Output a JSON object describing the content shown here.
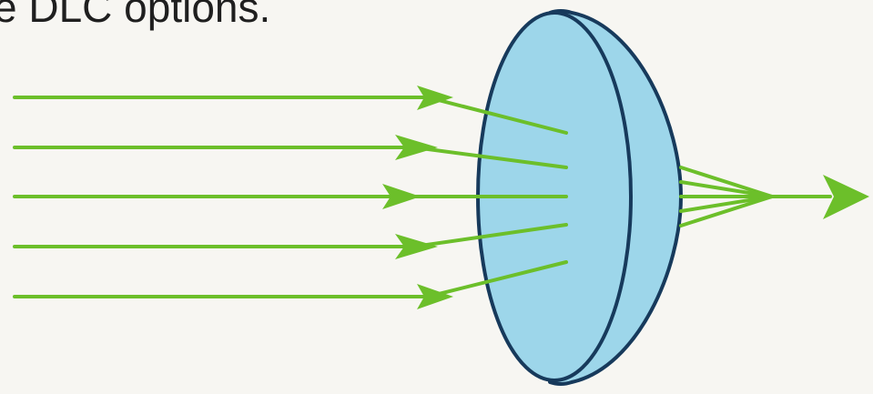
{
  "caption": {
    "text": "ve DLC options."
  },
  "colors": {
    "background": "#f7f6f2",
    "lens_fill": "#9dd6ea",
    "lens_outline": "#173a5c",
    "ray": "#6cbf2a",
    "text": "#1f1f1f"
  },
  "diagram": {
    "incoming_ray_count": 5,
    "converging_ray_count": 5,
    "output_ray_count": 1
  }
}
